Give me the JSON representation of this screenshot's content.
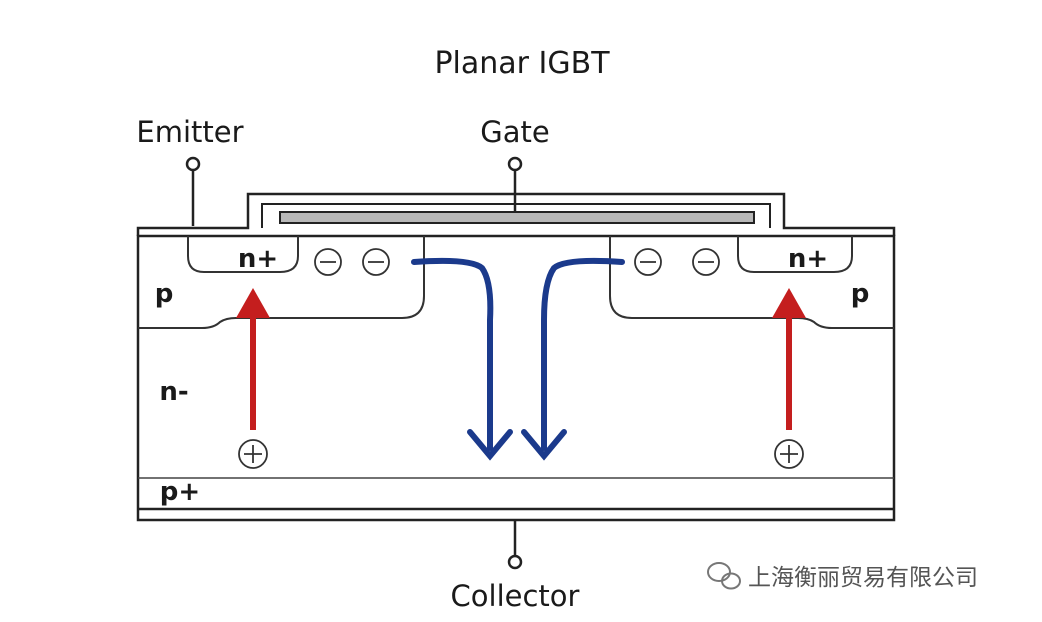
{
  "title": "Planar IGBT",
  "terminals": {
    "emitter": "Emitter",
    "gate": "Gate",
    "collector": "Collector"
  },
  "regions": {
    "p_left": "p",
    "p_right": "p",
    "n_plus_left": "n+",
    "n_plus_right": "n+",
    "n_minus": "n-",
    "p_plus": "p+"
  },
  "watermark": "上海衡丽贸易有限公司",
  "colors": {
    "hole_arrow": "#c41e1e",
    "electron_path": "#1b3a8c",
    "outline": "#222222"
  },
  "icons": [
    "electron-minus-icon",
    "hole-plus-icon",
    "wechat-icon"
  ]
}
